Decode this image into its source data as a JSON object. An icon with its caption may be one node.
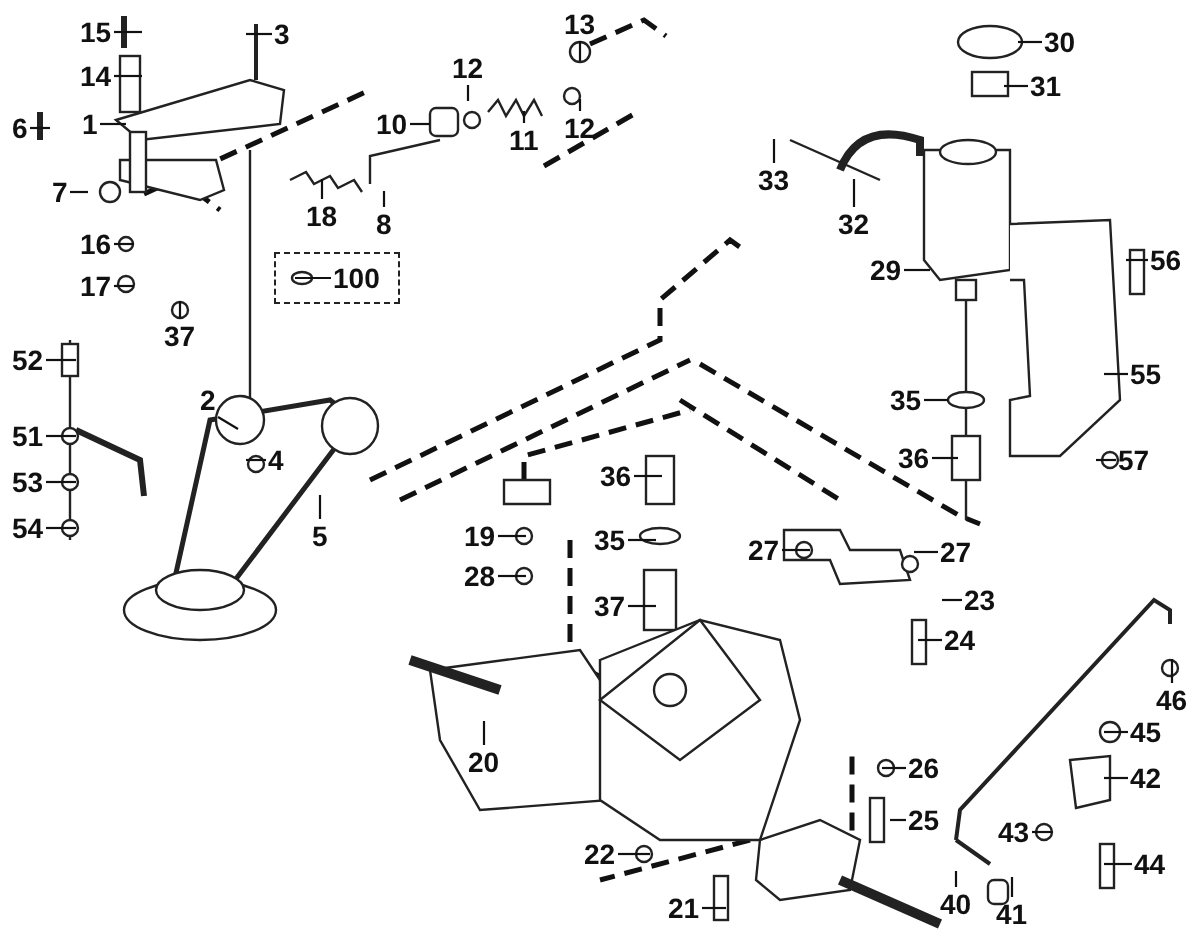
{
  "diagram": {
    "nodes": [
      {
        "text": [
          "13"
        ]
      },
      {
        "text": [
          "15"
        ]
      },
      {
        "text": [
          "3"
        ]
      },
      {
        "text": [
          "30"
        ]
      },
      {
        "text": [
          "14"
        ]
      },
      {
        "text": [
          "12"
        ]
      },
      {
        "text": [
          "31"
        ]
      },
      {
        "text": [
          "12"
        ]
      },
      {
        "text": [
          "10"
        ]
      },
      {
        "text": [
          "11"
        ]
      },
      {
        "text": [
          "6"
        ]
      },
      {
        "text": [
          "1"
        ]
      },
      {
        "text": [
          "33"
        ]
      },
      {
        "text": [
          "7"
        ]
      },
      {
        "text": [
          "18"
        ]
      },
      {
        "text": [
          "8"
        ]
      },
      {
        "text": [
          "32"
        ]
      },
      {
        "text": [
          "16"
        ]
      },
      {
        "text": [
          "56"
        ]
      },
      {
        "text": [
          "29"
        ]
      },
      {
        "text": [
          "17"
        ]
      },
      {
        "text": [
          "100"
        ]
      },
      {
        "text": [
          "37"
        ]
      },
      {
        "text": [
          "52"
        ]
      },
      {
        "text": [
          "55"
        ]
      },
      {
        "text": [
          "2"
        ]
      },
      {
        "text": [
          "35"
        ]
      },
      {
        "text": [
          "51"
        ]
      },
      {
        "text": [
          "57"
        ]
      },
      {
        "text": [
          "36"
        ]
      },
      {
        "text": [
          "4"
        ]
      },
      {
        "text": [
          "36"
        ]
      },
      {
        "text": [
          "53"
        ]
      },
      {
        "text": [
          "54"
        ]
      },
      {
        "text": [
          "5"
        ]
      },
      {
        "text": [
          "19"
        ]
      },
      {
        "text": [
          "35"
        ]
      },
      {
        "text": [
          "27"
        ]
      },
      {
        "text": [
          "27"
        ]
      },
      {
        "text": [
          "28"
        ]
      },
      {
        "text": [
          "23"
        ]
      },
      {
        "text": [
          "37"
        ]
      },
      {
        "text": [
          "24"
        ]
      },
      {
        "text": [
          "46"
        ]
      },
      {
        "text": [
          "45"
        ]
      },
      {
        "text": [
          "20"
        ]
      },
      {
        "text": [
          "26"
        ]
      },
      {
        "text": [
          "42"
        ]
      },
      {
        "text": [
          "25"
        ]
      },
      {
        "text": [
          "43"
        ]
      },
      {
        "text": [
          "22"
        ]
      },
      {
        "text": [
          "44"
        ]
      },
      {
        "text": [
          "40"
        ]
      },
      {
        "text": [
          "41"
        ]
      },
      {
        "text": [
          "21"
        ]
      }
    ],
    "edges": [
      {
        "from": 0,
        "to": null,
        "arrow": "none"
      },
      {
        "from": 1,
        "to": null,
        "arrow": "none"
      },
      {
        "from": 2,
        "to": null,
        "arrow": "none"
      },
      {
        "from": 3,
        "to": null,
        "arrow": "none"
      },
      {
        "from": 4,
        "to": null,
        "arrow": "none"
      },
      {
        "from": 5,
        "to": null,
        "arrow": "none"
      },
      {
        "from": 6,
        "to": null,
        "arrow": "none"
      },
      {
        "from": 7,
        "to": null,
        "arrow": "none"
      },
      {
        "from": 8,
        "to": null,
        "arrow": "none"
      },
      {
        "from": 9,
        "to": null,
        "arrow": "none"
      },
      {
        "from": 10,
        "to": null,
        "arrow": "none"
      },
      {
        "from": 11,
        "to": null,
        "arrow": "none"
      },
      {
        "from": 12,
        "to": null,
        "arrow": "none"
      },
      {
        "from": 13,
        "to": null,
        "arrow": "none"
      },
      {
        "from": 14,
        "to": null,
        "arrow": "none"
      },
      {
        "from": 15,
        "to": null,
        "arrow": "none"
      },
      {
        "from": 16,
        "to": null,
        "arrow": "none"
      },
      {
        "from": 17,
        "to": null,
        "arrow": "none"
      },
      {
        "from": 18,
        "to": null,
        "arrow": "none"
      },
      {
        "from": 19,
        "to": null,
        "arrow": "none"
      },
      {
        "from": 20,
        "to": null,
        "arrow": "none"
      },
      {
        "from": 21,
        "to": null,
        "arrow": "none"
      },
      {
        "from": 22,
        "to": null,
        "arrow": "none"
      },
      {
        "from": 23,
        "to": null,
        "arrow": "none"
      },
      {
        "from": 24,
        "to": null,
        "arrow": "none"
      },
      {
        "from": 25,
        "to": null,
        "arrow": "none"
      },
      {
        "from": 26,
        "to": null,
        "arrow": "none"
      },
      {
        "from": 27,
        "to": null,
        "arrow": "none"
      },
      {
        "from": 28,
        "to": null,
        "arrow": "none"
      },
      {
        "from": 29,
        "to": null,
        "arrow": "none"
      },
      {
        "from": 30,
        "to": null,
        "arrow": "none"
      },
      {
        "from": 31,
        "to": null,
        "arrow": "none"
      },
      {
        "from": 32,
        "to": null,
        "arrow": "none"
      },
      {
        "from": 33,
        "to": null,
        "arrow": "none"
      },
      {
        "from": 34,
        "to": null,
        "arrow": "none"
      },
      {
        "from": 35,
        "to": null,
        "arrow": "none"
      },
      {
        "from": 36,
        "to": null,
        "arrow": "none"
      },
      {
        "from": 37,
        "to": null,
        "arrow": "none"
      },
      {
        "from": 38,
        "to": null,
        "arrow": "none"
      },
      {
        "from": 39,
        "to": null,
        "arrow": "none"
      },
      {
        "from": 40,
        "to": null,
        "arrow": "none"
      },
      {
        "from": 41,
        "to": null,
        "arrow": "none"
      },
      {
        "from": 42,
        "to": null,
        "arrow": "none"
      },
      {
        "from": 43,
        "to": null,
        "arrow": "none"
      },
      {
        "from": 44,
        "to": null,
        "arrow": "none"
      },
      {
        "from": 45,
        "to": null,
        "arrow": "none"
      },
      {
        "from": 46,
        "to": null,
        "arrow": "none"
      },
      {
        "from": 47,
        "to": null,
        "arrow": "none"
      },
      {
        "from": 48,
        "to": null,
        "arrow": "none"
      },
      {
        "from": 49,
        "to": null,
        "arrow": "none"
      },
      {
        "from": 50,
        "to": null,
        "arrow": "none"
      },
      {
        "from": 51,
        "to": null,
        "arrow": "none"
      },
      {
        "from": 52,
        "to": null,
        "arrow": "none"
      },
      {
        "from": 53,
        "to": null,
        "arrow": "none"
      },
      {
        "from": 54,
        "to": null,
        "arrow": "none"
      }
    ]
  }
}
